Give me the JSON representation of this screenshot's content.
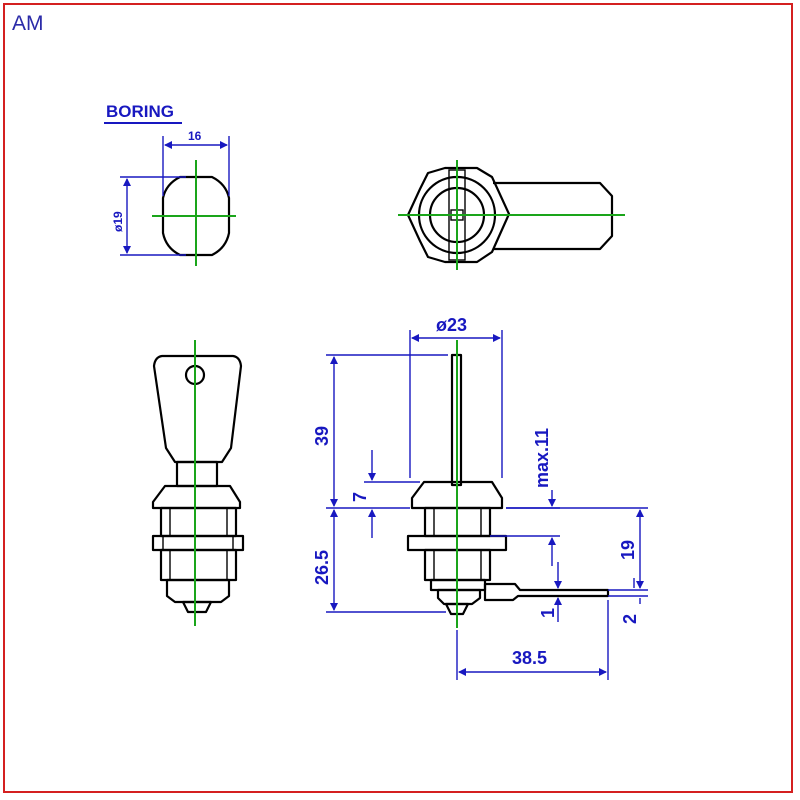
{
  "drawing": {
    "model_code": "AM",
    "boring_title": "BORING",
    "colors": {
      "frame": "#d42020",
      "dimension": "#1818c0",
      "centerline": "#1aa51a",
      "outline": "#000000"
    },
    "dimensions": {
      "boring_width": "16",
      "boring_diameter": "ø19",
      "flange_diameter": "ø23",
      "height_top": "39",
      "flange_height": "7",
      "cam_max": "max.11",
      "body_height": "26.5",
      "cam_offset": "19",
      "cam_thickness_1": "1",
      "cam_thickness_2": "2",
      "cam_length": "38.5"
    }
  }
}
